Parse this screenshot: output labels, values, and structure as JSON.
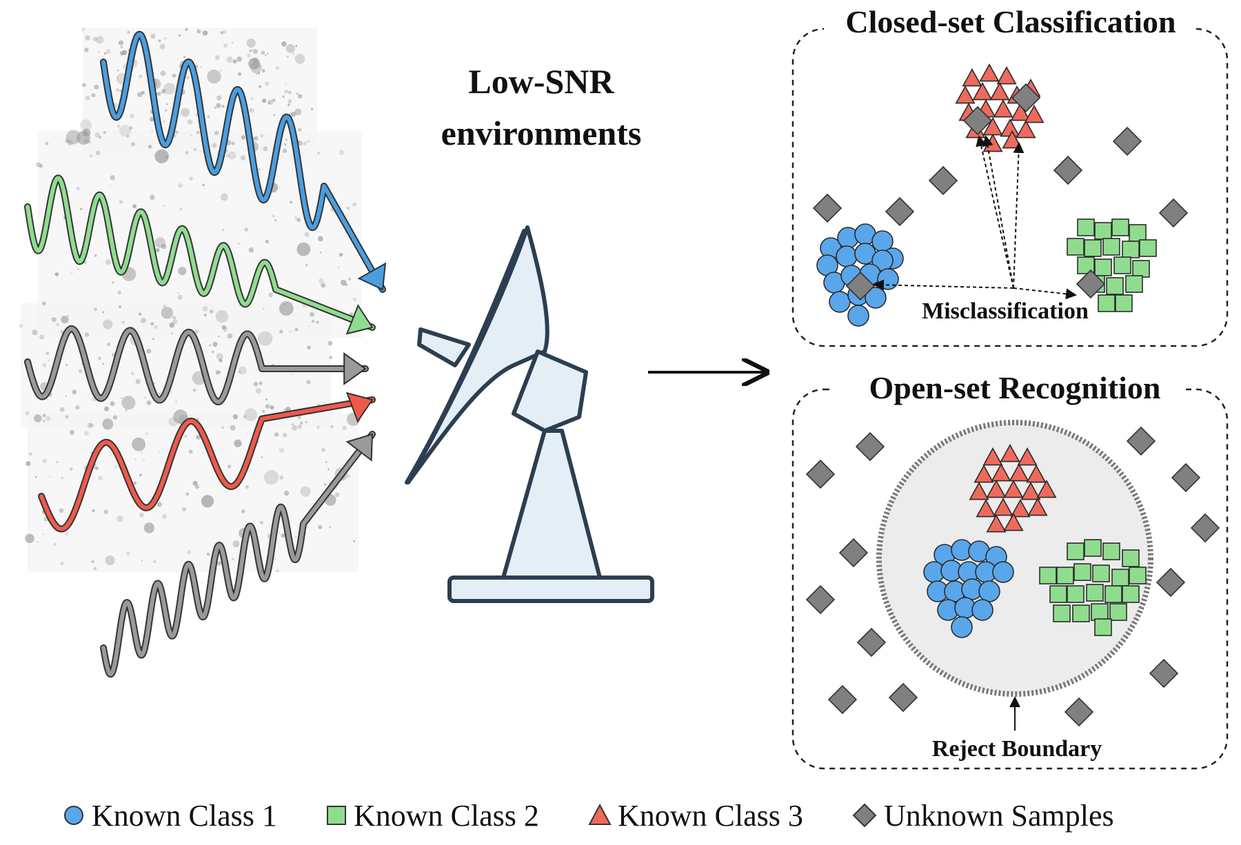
{
  "env_title": {
    "line1": "Low-SNR",
    "line2": "environments"
  },
  "closed_set": {
    "title": "Closed-set Classification",
    "note": "Misclassification"
  },
  "open_set": {
    "title": "Open-set Recognition",
    "note": "Reject Boundary"
  },
  "legend": [
    {
      "shape": "circle",
      "label": "Known Class 1",
      "color": "#5aa6ea"
    },
    {
      "shape": "square",
      "label": "Known Class 2",
      "color": "#8fdc8f"
    },
    {
      "shape": "triangle",
      "label": "Known Class 3",
      "color": "#ee6a5c"
    },
    {
      "shape": "diamond",
      "label": "Unknown Samples",
      "color": "#808080"
    }
  ],
  "colors": {
    "class1": "#5aa6ea",
    "class2": "#8fdc8f",
    "class3": "#ee6a5c",
    "unknown": "#808080",
    "signal_blue": "#4a9ee0",
    "signal_green": "#8fdc8f",
    "signal_gray": "#9a9a9a",
    "signal_red": "#ee5a4a",
    "dish_fill": "#e4eef7",
    "dish_stroke": "#2c3e50"
  }
}
